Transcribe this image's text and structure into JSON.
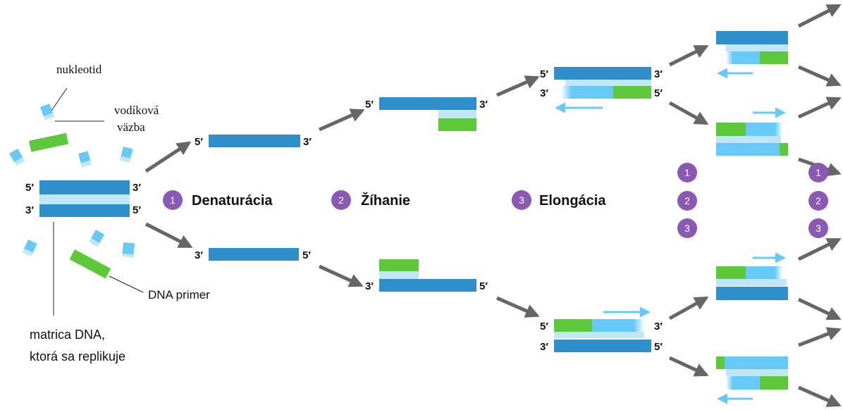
{
  "colors": {
    "strand_dark": "#2f8fcb",
    "strand_light": "#66c9f7",
    "hbond": "#bfe6f9",
    "primer": "#5cc83a",
    "arrow": "#666666",
    "step_circle": "#8a59b3"
  },
  "labels": {
    "nucleotide": "nukleotid",
    "hbond_line1": "vodíková",
    "hbond_line2": "väzba",
    "primer": "DNA primer",
    "template_line1": "matrica DNA,",
    "template_line2": "ktorá sa replikuje"
  },
  "ends": {
    "five": "5′",
    "three": "3′"
  },
  "steps": [
    {
      "num": "1",
      "name": "Denaturácia"
    },
    {
      "num": "2",
      "name": "Žíhanie"
    },
    {
      "num": "3",
      "name": "Elongácia"
    }
  ],
  "cycle_numbers": [
    "1",
    "2",
    "3"
  ]
}
